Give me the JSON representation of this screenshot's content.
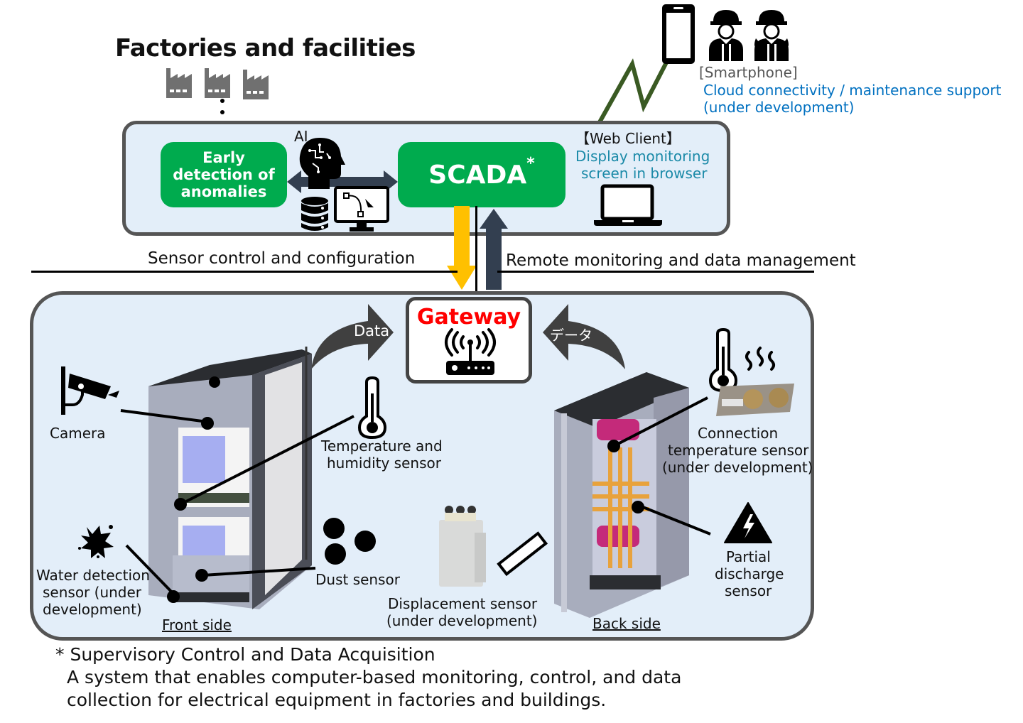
{
  "title": "Factories and facilities",
  "smartphone": {
    "label": "[Smartphone]",
    "line1": "Cloud connectivity / maintenance support",
    "line2": "(under development)"
  },
  "server_panel": {
    "ai_label": "AI",
    "anomaly_box": [
      "Early",
      "detection of",
      "anomalies"
    ],
    "scada_label": "SCADA",
    "scada_mark": "*",
    "web_client": {
      "label": "【Web Client】",
      "line1": "Display monitoring",
      "line2": "screen in browser"
    }
  },
  "links": {
    "down_label": "Sensor control and configuration",
    "up_label": "Remote monitoring and data management"
  },
  "gateway": {
    "label": "Gateway",
    "data_left": "Data",
    "data_right": "データ"
  },
  "sensors": {
    "camera": "Camera",
    "temp_humidity": [
      "Temperature and",
      "humidity sensor"
    ],
    "water": [
      "Water detection",
      "sensor (under",
      "development)"
    ],
    "dust": "Dust sensor",
    "displacement": [
      "Displacement sensor",
      "(under development)"
    ],
    "connection_temp": [
      "Connection",
      "temperature sensor",
      "(under development)"
    ],
    "partial_discharge": [
      "Partial",
      "discharge",
      "sensor"
    ]
  },
  "views": {
    "front": "Front side",
    "back": "Back side"
  },
  "footnote": {
    "line1": "* Supervisory Control and Data Acquisition",
    "line2": "A system that enables computer-based monitoring, control, and data",
    "line3": "collection for electrical equipment in factories and buildings."
  },
  "colors": {
    "panel_bg": "#e3eef9",
    "green": "#00ab4e",
    "down_arrow": "#ffc000",
    "up_arrow": "#333f50",
    "gateway_text": "#ff0000",
    "cloud_text": "#0070c0",
    "web_text": "#1b8aa8",
    "zigzag": "#3a5a23"
  }
}
